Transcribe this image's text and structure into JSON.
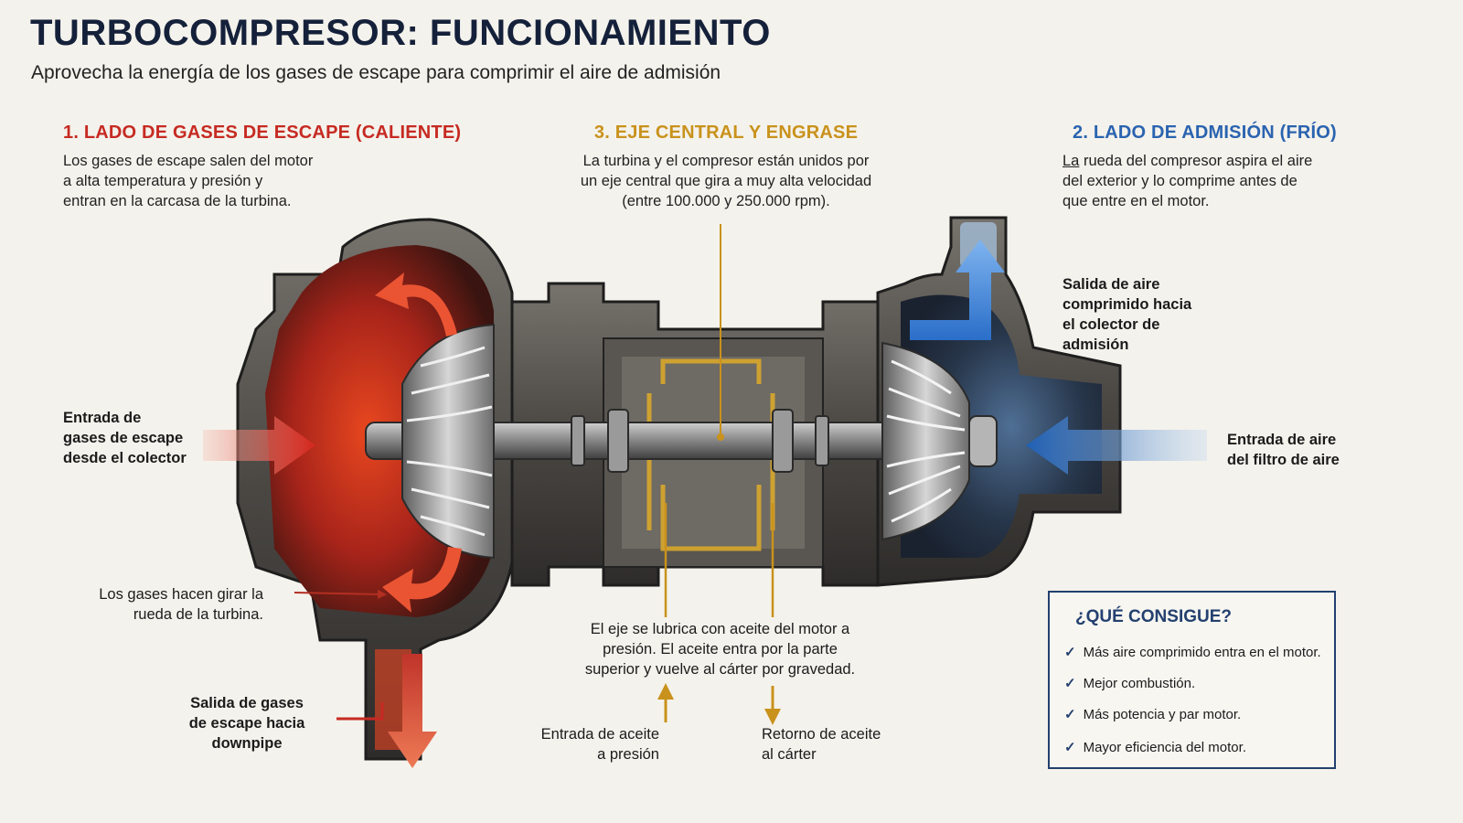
{
  "title": "TURBOCOMPRESOR: FUNCIONAMIENTO",
  "subtitle": "Aprovecha la energía de los gases de escape para comprimir el aire de admisión",
  "colors": {
    "hot": "#c62a22",
    "cold": "#2a63b0",
    "oil": "#c9921c",
    "navy": "#15213a"
  },
  "sections": {
    "exhaust": {
      "heading": "1. LADO DE GASES DE ESCAPE (CALIENTE)",
      "lines": [
        "Los gases de escape salen del motor",
        "a alta temperatura y presión y",
        "entran en la carcasa de la turbina."
      ]
    },
    "shaft": {
      "heading": "3. EJE CENTRAL Y ENGRASE",
      "lines": [
        "La turbina y el compresor están unidos por",
        "un eje central que gira a muy alta velocidad",
        "(entre 100.000 y 250.000 rpm)."
      ]
    },
    "intake": {
      "heading": "2. LADO DE ADMISIÓN (FRÍO)",
      "first_word": "La",
      "lines": [
        " rueda del compresor aspira el aire",
        "del exterior y lo comprime antes de",
        "que entre en el motor."
      ]
    }
  },
  "labels": {
    "exhaust_in": [
      "Entrada de",
      "gases de escape",
      "desde el colector"
    ],
    "turbine_spin": [
      "Los gases hacen girar la",
      "rueda de la turbina."
    ],
    "exhaust_out": [
      "Salida de gases",
      "de escape hacia",
      "downpipe"
    ],
    "oil_note": [
      "El eje se lubrica con aceite del motor a",
      "presión. El aceite entra por la parte",
      "superior y vuelve al cárter por gravedad."
    ],
    "oil_in": [
      "Entrada de aceite",
      "a presión"
    ],
    "oil_out": [
      "Retorno de aceite",
      "al cárter"
    ],
    "air_out": [
      "Salida de aire",
      "comprimido hacia",
      "el colector de",
      "admisión"
    ],
    "air_in": [
      "Entrada de aire",
      "del filtro de aire"
    ]
  },
  "benefits": {
    "title": "¿QUÉ CONSIGUE?",
    "check_icon": "check-icon",
    "items": [
      "Más aire comprimido entra en el motor.",
      "Mejor combustión.",
      "Más potencia y par motor.",
      "Mayor eficiencia del motor."
    ]
  }
}
